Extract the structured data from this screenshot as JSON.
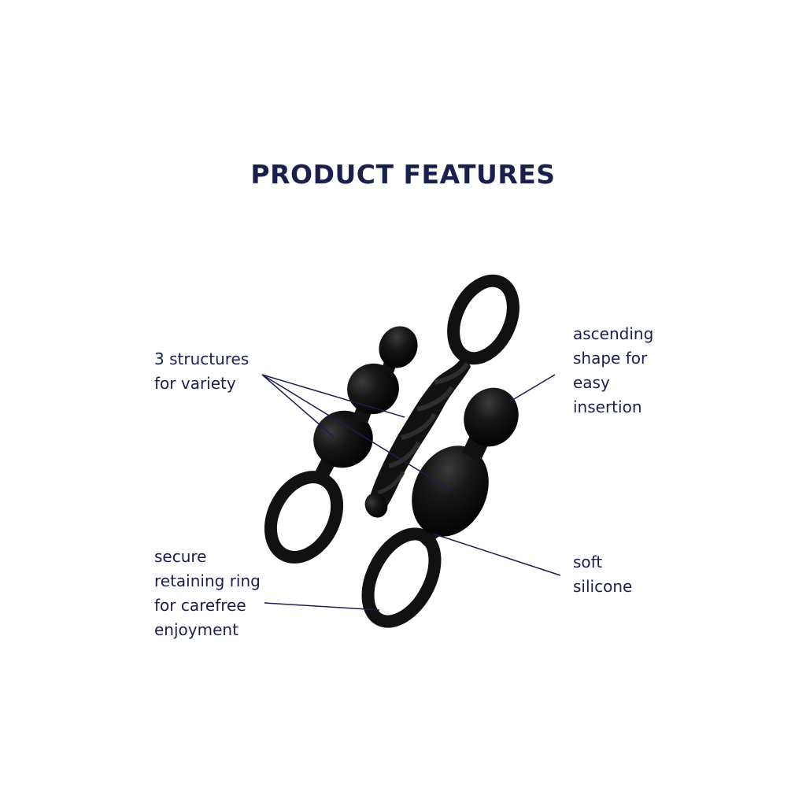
{
  "title": "PRODUCT FEATURES",
  "features": {
    "structures": [
      "3 structures",
      "for variety"
    ],
    "ascending": [
      "ascending",
      "shape for",
      "easy",
      "insertion"
    ],
    "ring": [
      "secure",
      "retaining ring",
      "for carefree",
      "enjoyment"
    ],
    "silicone": [
      "soft",
      "silicone"
    ]
  },
  "colors": {
    "text": "#1b1f4e",
    "product": "#111111",
    "leader_line": "#1b1f4e",
    "background": "#ffffff"
  },
  "illustration": {
    "subject": "three black silicone plugs with retaining rings",
    "items": [
      "beaded-plug",
      "twisted-plug",
      "bulb-plug"
    ]
  }
}
